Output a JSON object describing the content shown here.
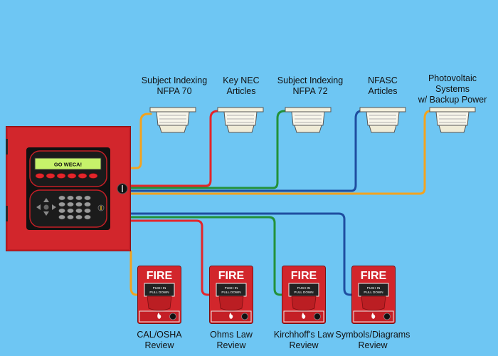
{
  "panel": {
    "display_text": "GO WECA!"
  },
  "detectors": [
    {
      "line1": "Subject Indexing",
      "line2": "NFPA 70",
      "wire_color": "#f2a31f"
    },
    {
      "line1": "Key NEC",
      "line2": "Articles",
      "wire_color": "#e3252a"
    },
    {
      "line1": "Subject Indexing",
      "line2": "NFPA 72",
      "wire_color": "#23913a"
    },
    {
      "line1": "NFASC",
      "line2": "Articles",
      "wire_color": "#1f4ea0"
    },
    {
      "line1": "Photovoltaic",
      "line2": "Systems",
      "line3": "w/ Backup Power",
      "wire_color": "#f2a31f"
    }
  ],
  "pull_stations": [
    {
      "fire_text": "FIRE",
      "push_text": "PUSH IN",
      "pull_text": "PULL DOWN",
      "line1": "CAL/OSHA",
      "line2": "Review",
      "wire_color": "#f2a31f"
    },
    {
      "fire_text": "FIRE",
      "push_text": "PUSH IN",
      "pull_text": "PULL DOWN",
      "line1": "Ohms Law",
      "line2": "Review",
      "wire_color": "#e3252a"
    },
    {
      "fire_text": "FIRE",
      "push_text": "PUSH IN",
      "pull_text": "PULL DOWN",
      "line1": "Kirchhoff's Law",
      "line2": "Review",
      "wire_color": "#23913a"
    },
    {
      "fire_text": "FIRE",
      "push_text": "PUSH IN",
      "pull_text": "PULL DOWN",
      "line1": "Symbols/Diagrams",
      "line2": "Review",
      "wire_color": "#1f4ea0"
    }
  ],
  "colors": {
    "background": "#6ec6f3",
    "panel_red": "#d2262c",
    "lcd_green": "#c6f26a"
  }
}
